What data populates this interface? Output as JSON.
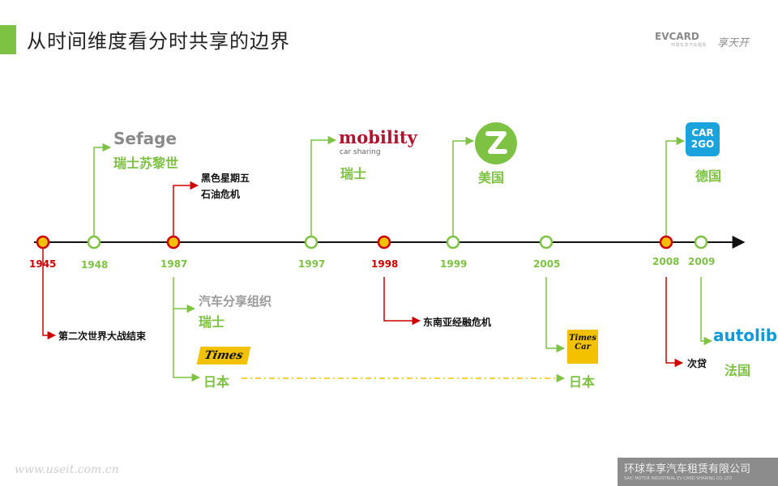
{
  "header": {
    "title": "从时间维度看分时共享的边界",
    "logo_evcard": "EVCARD",
    "logo_evcard_sub": "环球车享汽车租赁",
    "logo_xtk": "享天开"
  },
  "colors": {
    "accent_green": "#7dc242",
    "event_red": "#cc0000",
    "axis": "#111111"
  },
  "timeline": {
    "years": [
      "1945",
      "1948",
      "1987",
      "1997",
      "1998",
      "1999",
      "2005",
      "2008",
      "2009"
    ],
    "notes": {
      "n1945": "第二次世界大战结束",
      "n1987_line1": "黑色星期五",
      "n1987_line2": "石油危机",
      "n1998": "东南亚经融危机",
      "n2008": "次贷"
    },
    "entries": {
      "sefage_name": "Sefage",
      "sefage_country": "瑞士苏黎世",
      "coop_name": "汽车分享组织",
      "coop_country": "瑞士",
      "times_logo": "Times",
      "times_country": "日本",
      "mobility_name": "mobility",
      "mobility_sub": "car sharing",
      "mobility_country": "瑞士",
      "zipcar_country": "美国",
      "times2_logo_line1": "Times",
      "times2_logo_line2": "Car",
      "times2_country": "日本",
      "car2go_line1": "CAR",
      "car2go_line2": "2GO",
      "car2go_country": "德国",
      "autolib_name": "autolib'",
      "autolib_country": "法国"
    }
  },
  "footer": {
    "left": "www.useit.com.cn",
    "right": "环球车享汽车租赁有限公司",
    "right_small": "SAIC MOTOR INDUSTRIAL EV CARD SHARING CO.,LTD"
  }
}
